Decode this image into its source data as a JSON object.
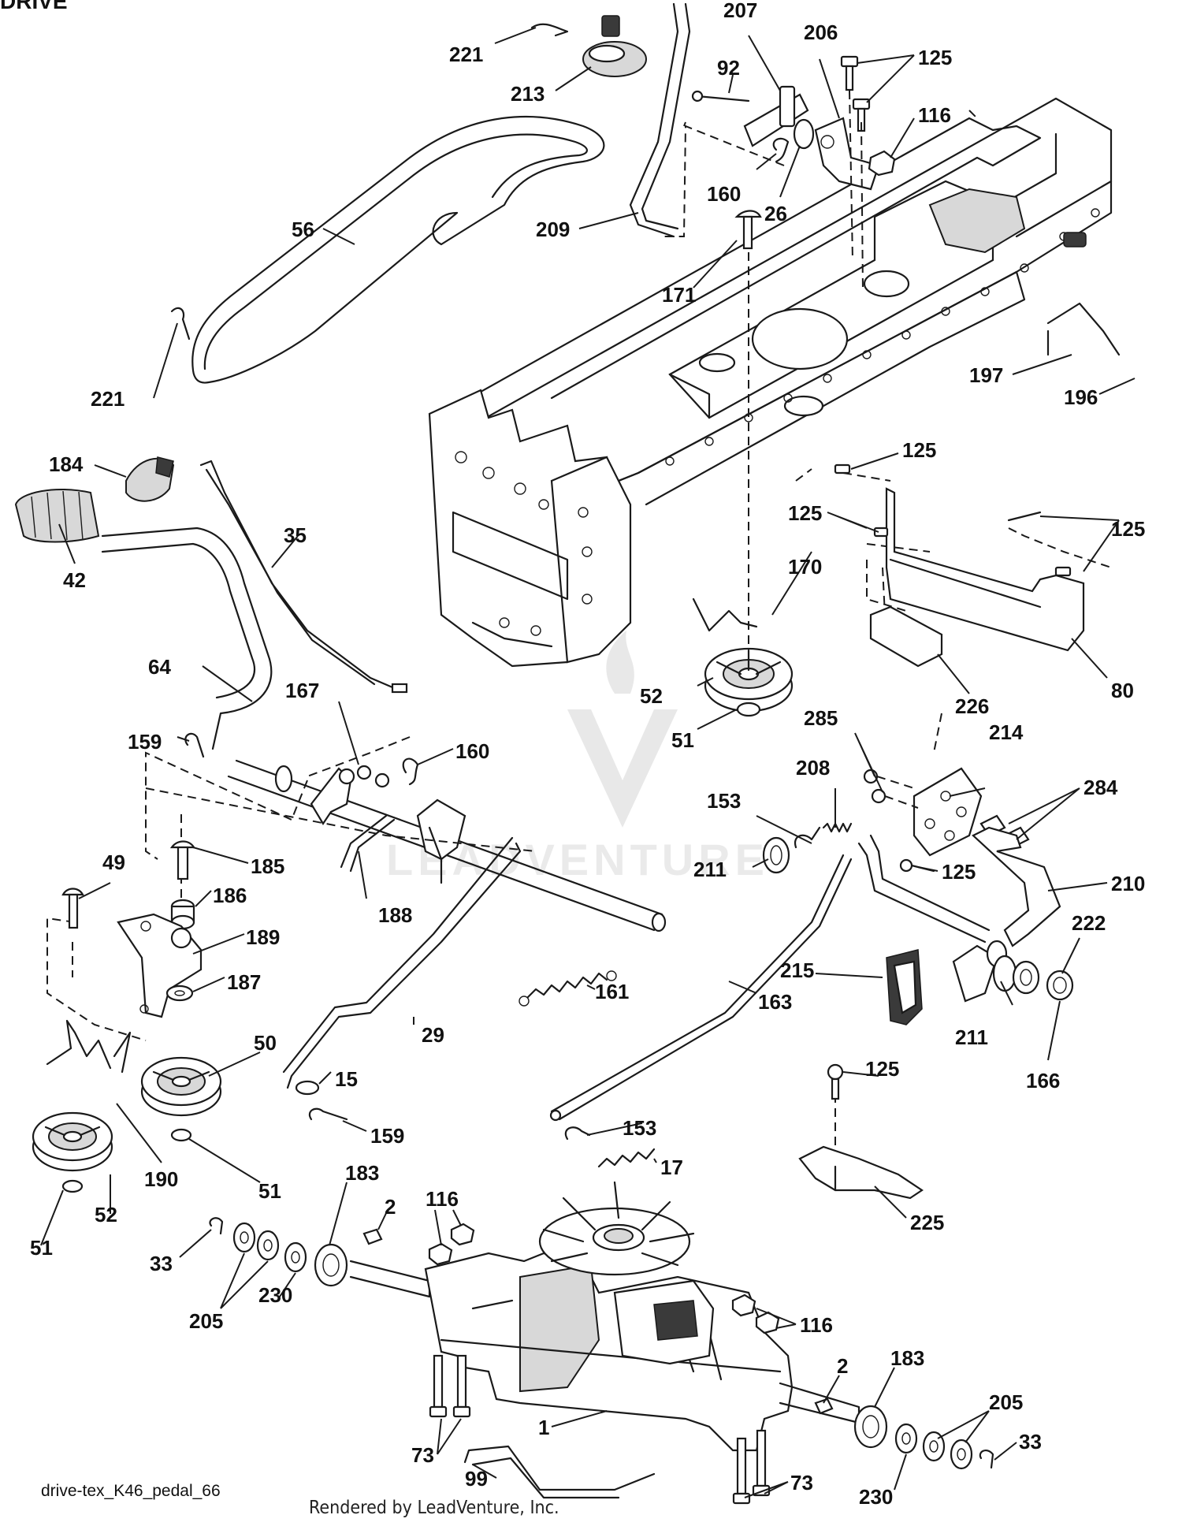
{
  "header": {
    "title": "DRIVE"
  },
  "caption": "drive-tex_K46_pedal_66",
  "footer": "Rendered by LeadVenture, Inc.",
  "watermark": "LEADVENTURE",
  "labels": {
    "p221a": "221",
    "p213": "213",
    "p207": "207",
    "p206": "206",
    "p92": "92",
    "p125a": "125",
    "p116a": "116",
    "p160a": "160",
    "p26": "26",
    "p209": "209",
    "p56": "56",
    "p171": "171",
    "p197": "197",
    "p196": "196",
    "p221b": "221",
    "p184": "184",
    "p42": "42",
    "p35": "35",
    "p125b": "125",
    "p125c": "125",
    "p125d": "125",
    "p170": "170",
    "p52a": "52",
    "p80": "80",
    "p226": "226",
    "p51a": "51",
    "p64": "64",
    "p167": "167",
    "p160b": "160",
    "p159a": "159",
    "p285": "285",
    "p214": "214",
    "p208": "208",
    "p153a": "153",
    "p284": "284",
    "p211a": "211",
    "p125e": "125",
    "p210": "210",
    "p222": "222",
    "p49": "49",
    "p185": "185",
    "p186": "186",
    "p188": "188",
    "p189": "189",
    "p187": "187",
    "p161": "161",
    "p215": "215",
    "p163": "163",
    "p211b": "211",
    "p166": "166",
    "p50": "50",
    "p29": "29",
    "p15": "15",
    "p159b": "159",
    "p125f": "125",
    "p153b": "153",
    "p17": "17",
    "p190": "190",
    "p51b": "51",
    "p52b": "52",
    "p51c": "51",
    "p183a": "183",
    "p2a": "2",
    "p116b": "116",
    "p225": "225",
    "p33a": "33",
    "p205a": "205",
    "p230a": "230",
    "p116c": "116",
    "p2b": "2",
    "p183b": "183",
    "p205b": "205",
    "p1": "1",
    "p73a": "73",
    "p33b": "33",
    "p99": "99",
    "p230b": "230",
    "p73b": "73"
  }
}
